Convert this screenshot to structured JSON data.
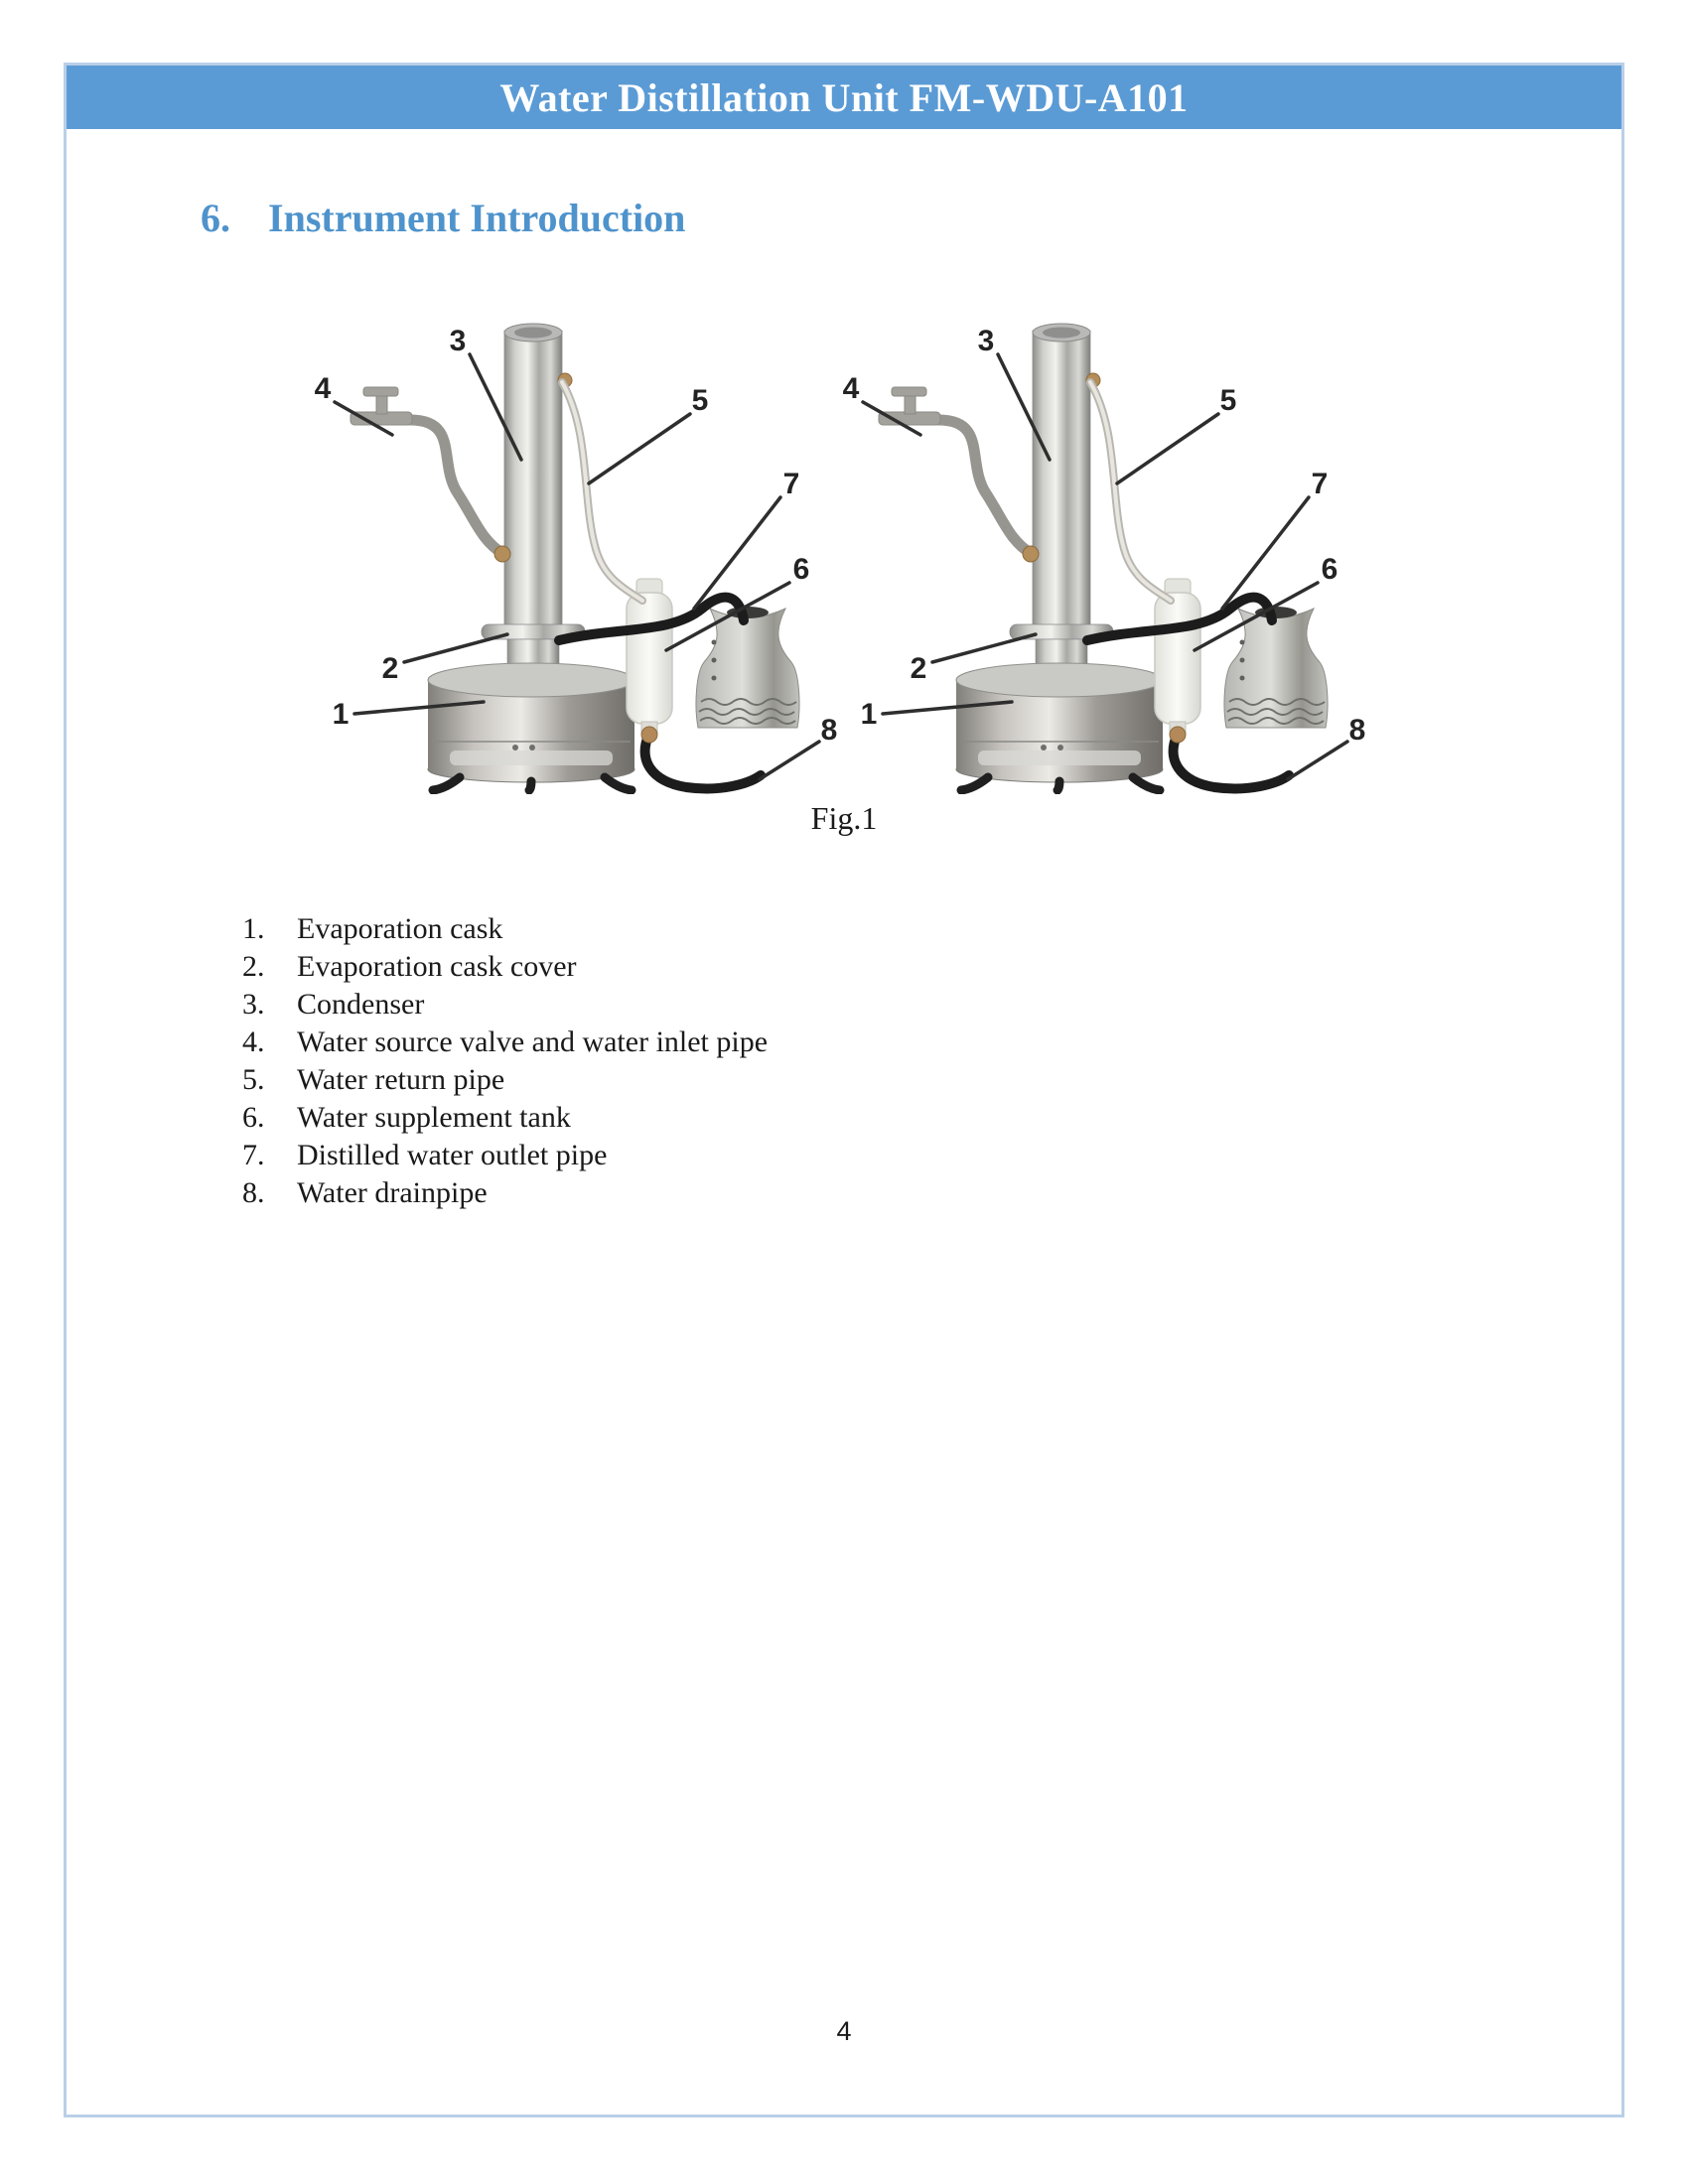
{
  "page": {
    "header_title": "Water Distillation Unit FM-WDU-A101",
    "page_number": "4"
  },
  "section": {
    "number": "6.",
    "title": "Instrument Introduction"
  },
  "figure": {
    "caption": "Fig.1",
    "description": "Two photos of the water distillation unit with numbered callouts",
    "callout_numbers": [
      "1",
      "2",
      "3",
      "4",
      "5",
      "6",
      "7",
      "8"
    ]
  },
  "parts_list": {
    "items": [
      {
        "n": "1.",
        "text": "Evaporation cask"
      },
      {
        "n": "2.",
        "text": "Evaporation cask cover"
      },
      {
        "n": "3.",
        "text": "Condenser"
      },
      {
        "n": "4.",
        "text": "Water source valve and water inlet pipe"
      },
      {
        "n": "5.",
        "text": "Water return pipe"
      },
      {
        "n": "6.",
        "text": "Water supplement tank"
      },
      {
        "n": "7.",
        "text": "Distilled water outlet pipe"
      },
      {
        "n": "8.",
        "text": "Water drainpipe"
      }
    ]
  },
  "colors": {
    "header_bar": "#5B9BD5",
    "heading_text": "#4E93CC",
    "page_border": "#B9CFE8",
    "body_text": "#1a1a1a"
  }
}
